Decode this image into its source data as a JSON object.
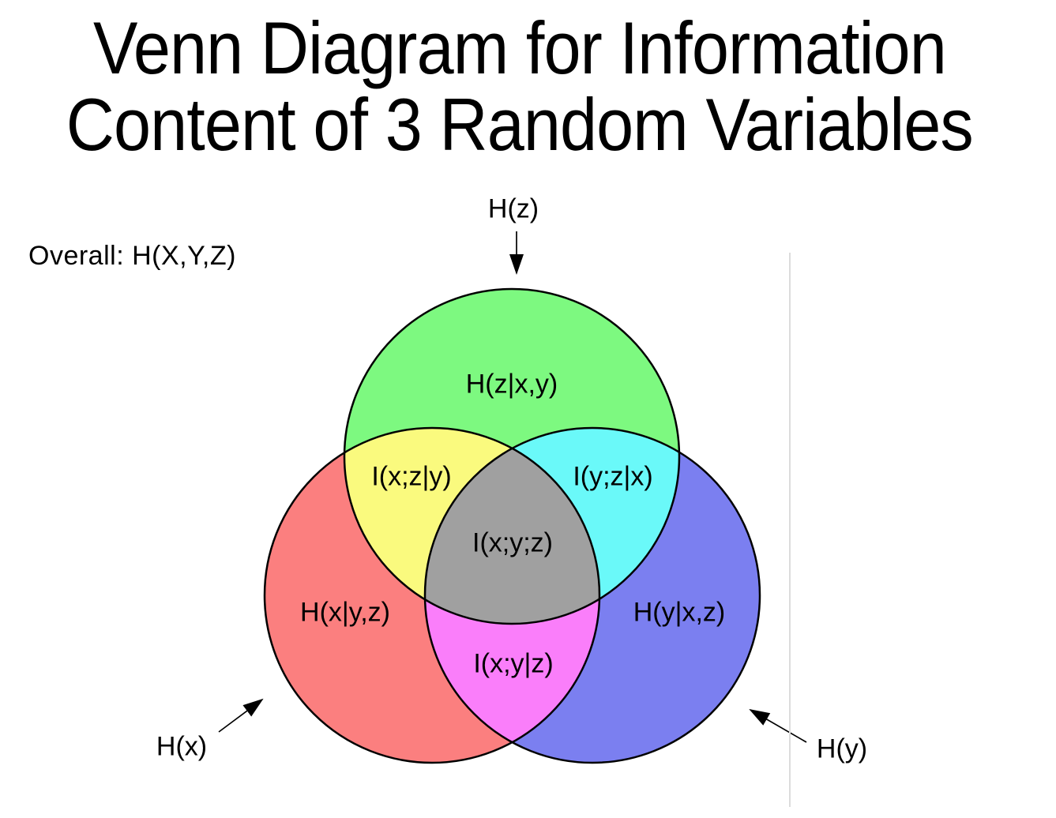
{
  "title": {
    "line1": "Venn Diagram for Information",
    "line2": "Content of 3 Random Variables"
  },
  "overall_label": "Overall: H(X,Y,Z)",
  "pointer_labels": {
    "z": "H(z)",
    "x": "H(x)",
    "y": "H(y)"
  },
  "region_labels": {
    "z_only": "H(z|x,y)",
    "xz": "I(x;z|y)",
    "yz": "I(y;z|x)",
    "xyz": "I(x;y;z)",
    "x_only": "H(x|y,z)",
    "y_only": "H(y|x,z)",
    "xy": "I(x;y|z)"
  },
  "colors": {
    "background": "#FFFFFF",
    "text": "#000000",
    "outline": "#000000",
    "arrow": "#000000",
    "divider": "#DCDCDC",
    "circle_x": "#FB7F7F",
    "circle_y": "#7B7FF0",
    "circle_z": "#7DF980",
    "overlap_xz": "#FAFA7E",
    "overlap_yz": "#6AF9F9",
    "overlap_xy": "#FA7EFA",
    "overlap_xyz": "#A0A0A0"
  }
}
